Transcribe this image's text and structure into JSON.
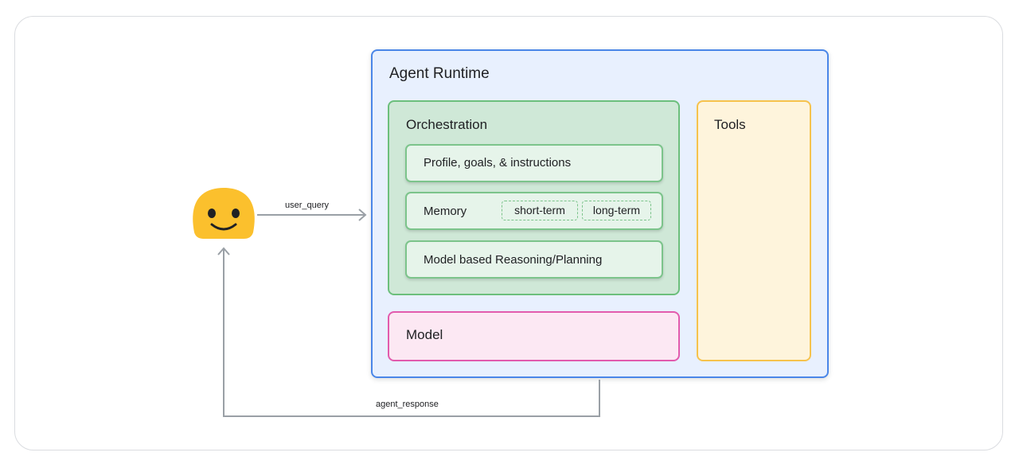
{
  "diagram": {
    "runtime": {
      "title": "Agent Runtime"
    },
    "orchestration": {
      "title": "Orchestration",
      "items": [
        {
          "label": "Profile, goals, & instructions"
        },
        {
          "label": "Memory",
          "tags": [
            "short-term",
            "long-term"
          ]
        },
        {
          "label": "Model based Reasoning/Planning"
        }
      ]
    },
    "model": {
      "label": "Model"
    },
    "tools": {
      "label": "Tools"
    },
    "edges": {
      "request": "user_query",
      "response": "agent_response"
    },
    "user": {
      "icon": "smiley-face-icon"
    }
  },
  "colors": {
    "runtime_fill": "#e8f0fe",
    "runtime_border": "#4a86e8",
    "orchestration_fill": "#cfe8d7",
    "orchestration_border": "#6cbf7c",
    "model_fill": "#fce8f3",
    "model_border": "#e25bad",
    "tools_fill": "#fef4dc",
    "tools_border": "#f6c24c",
    "arrow": "#9aa0a6",
    "face": "#fbc02d"
  }
}
